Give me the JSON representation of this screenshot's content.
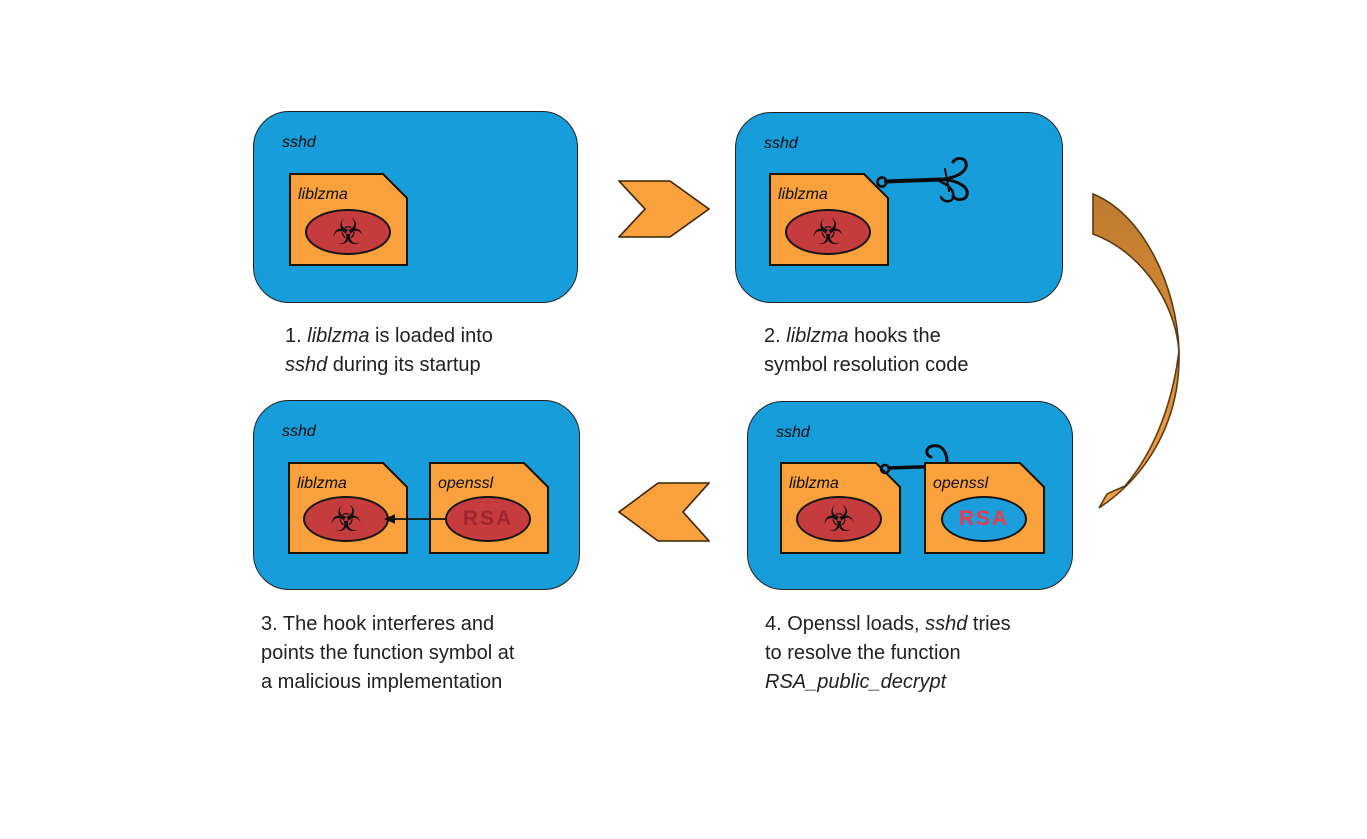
{
  "panel1": {
    "process": "sshd",
    "lib1": "liblzma"
  },
  "panel2": {
    "process": "sshd",
    "lib1": "liblzma"
  },
  "panel3": {
    "process": "sshd",
    "lib1": "liblzma",
    "lib2": "openssl",
    "rsa": "RSA"
  },
  "panel4": {
    "process": "sshd",
    "lib1": "liblzma",
    "lib2": "openssl",
    "rsa": "RSA"
  },
  "captions": {
    "step1": {
      "s1": "1. ",
      "s2": "liblzma",
      "s3": " is loaded into",
      "s4": "sshd",
      "s5": " during its startup"
    },
    "step2": {
      "s1": "2. ",
      "s2": "liblzma",
      "s3": " hooks the",
      "s4": "symbol resolution code"
    },
    "step3": {
      "l1": "3. The hook interferes and",
      "l2": "points the function symbol at",
      "l3": "a malicious implementation"
    },
    "step4": {
      "s1": "4. Openssl loads, ",
      "s2": "sshd",
      "s3": " tries",
      "s4": "to resolve the function",
      "s5": "RSA_public_decrypt"
    }
  },
  "icons": {
    "biohazard": "☣"
  },
  "colors": {
    "panel_blue": "#189ddb",
    "file_orange": "#f9a13c",
    "chevron_orange": "#f9a13c",
    "arc_dark_orange": "#bd7a2f",
    "arc_light_orange": "#f7a347",
    "malware_red": "#c53b3e",
    "rsa_red": "#ee3a4a",
    "caption_text": "#212121"
  }
}
